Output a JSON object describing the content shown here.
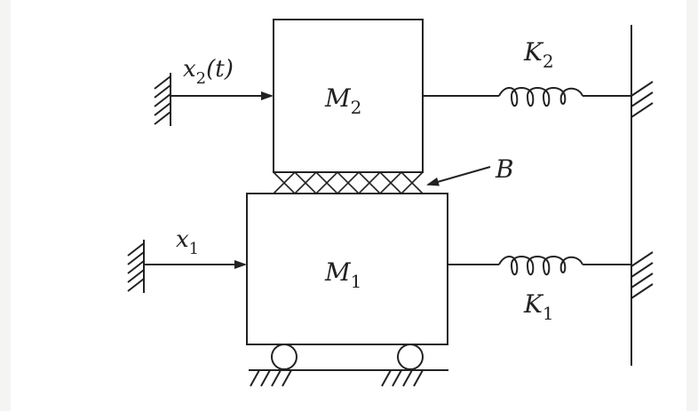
{
  "labels": {
    "x2_main": "x",
    "x2_sub": "2",
    "x2_arg": "(t)",
    "x1_main": "x",
    "x1_sub": "1",
    "m2_main": "M",
    "m2_sub": "2",
    "m1_main": "M",
    "m1_sub": "1",
    "k2_main": "K",
    "k2_sub": "2",
    "k1_main": "K",
    "k1_sub": "1",
    "b": "B"
  },
  "colors": {
    "ink": "#222222",
    "background": "#ffffff",
    "margin": "#f4f4f2"
  }
}
